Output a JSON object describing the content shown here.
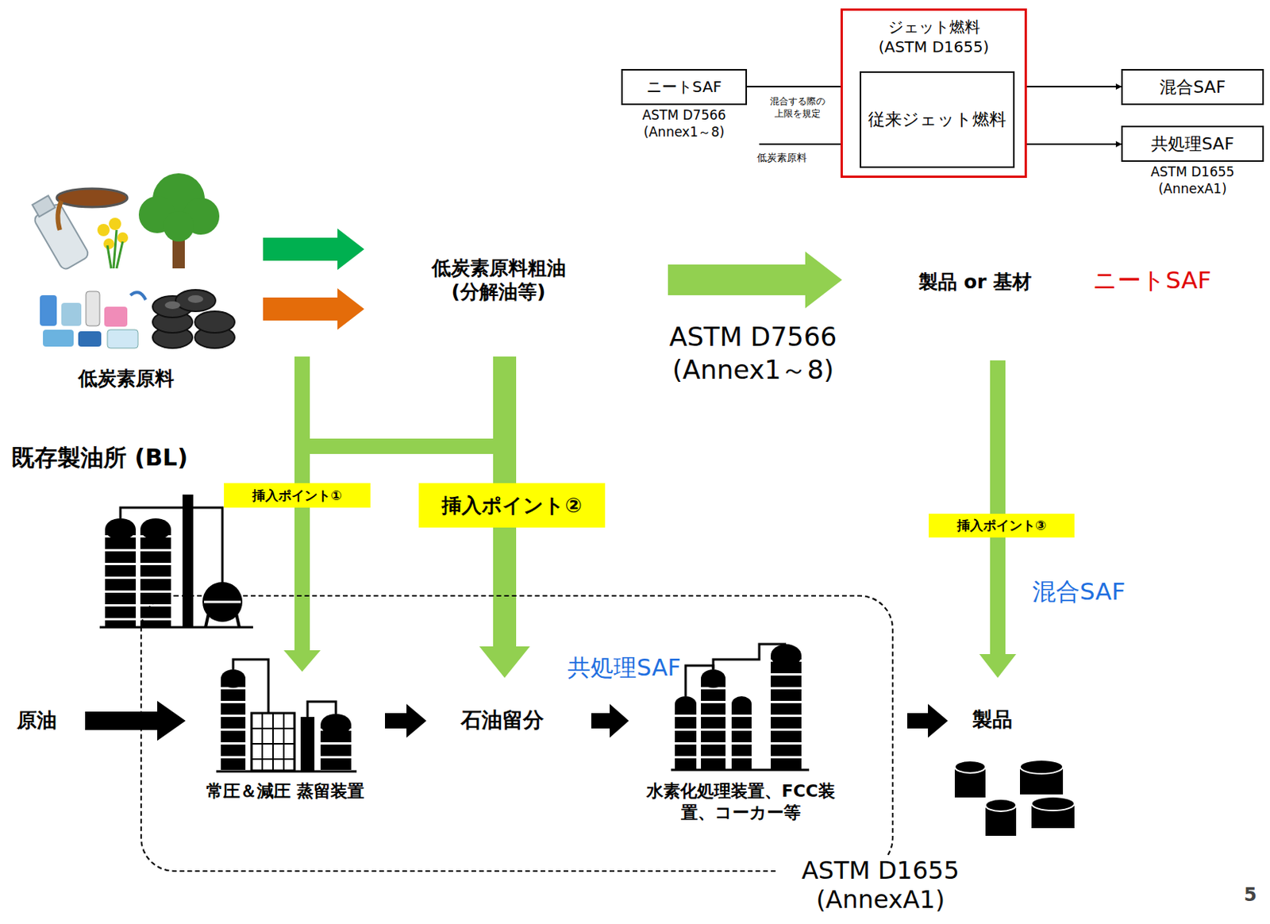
{
  "diagram": {
    "nodes": [
      {
        "text": [
          "ニートSAF",
          "ASTM D7566 (Annex1～8)"
        ]
      },
      {
        "text": [
          "ジェット燃料 (ASTM D1655)"
        ]
      },
      {
        "text": [
          "従来ジェット燃料"
        ],
        "in": 1
      },
      {
        "text": [
          "混合SAF"
        ]
      },
      {
        "text": [
          "共処理SAF",
          "ASTM D1655 (AnnexA1)"
        ]
      },
      {
        "text": [
          "挿入ポイント①"
        ]
      },
      {
        "text": [
          "挿入ポイント②"
        ]
      },
      {
        "text": [
          "挿入ポイント③"
        ]
      },
      {
        "text": [
          "ASTM D1655 (AnnexA1)"
        ]
      }
    ],
    "edges": [
      {
        "from": 0,
        "to": 2,
        "arrow": "to",
        "label": "混合する際の上限を規定"
      },
      {
        "from": 2,
        "to": 3,
        "arrow": "to"
      },
      {
        "from": 2,
        "to": 4,
        "arrow": "to"
      }
    ],
    "labels": [
      "低炭素原料",
      "低炭素原料",
      "低炭素原料粗油 (分解油等)",
      "製品 or 基材",
      "ニートSAF",
      "ASTM D7566 (Annex1～8)",
      "既存製油所 (BL)",
      "混合SAF",
      "原油",
      "常圧＆減圧 蒸留装置",
      "石油留分",
      "共処理SAF",
      "水素化処理装置、FCC装置、コーカー等",
      "製品",
      "5"
    ]
  }
}
